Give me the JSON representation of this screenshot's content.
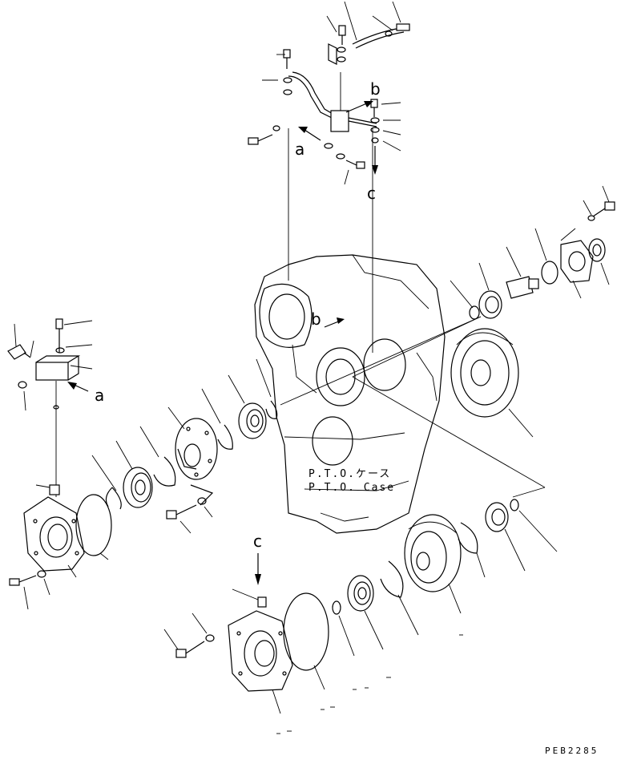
{
  "diagram": {
    "drawing_code": "PEB2285",
    "case_label_jp": "P.T.O.ケース",
    "case_label_en": "P.T.O. Case",
    "reference_letters": [
      "a",
      "b",
      "c"
    ]
  }
}
